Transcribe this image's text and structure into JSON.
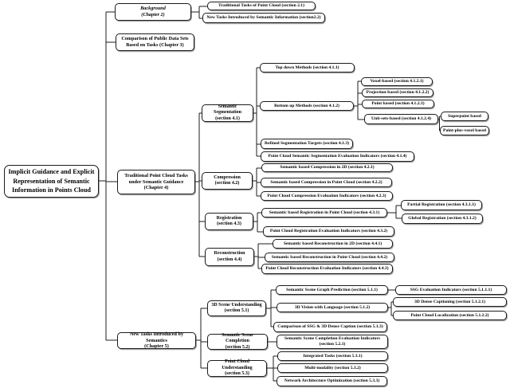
{
  "diagram_title": "Implicit Guidance and Explicit Representation of Semantic Information in Points Cloud survey structure",
  "colors": {
    "box_border": "#1c1c1c",
    "box_fill": "#ffffff",
    "line": "#1c1c1c",
    "text": "#000000"
  },
  "nodes": {
    "root": {
      "label": "Implicit Guidance and Explicit\nRepresentation of Semantic\nInformation in Points Cloud"
    },
    "ch2": {
      "label": "Background\n(Chapter 2)"
    },
    "s21": {
      "label": "Traditional Tasks of Point Cloud (section 2.1)"
    },
    "s22": {
      "label": "New Tasks Introduced by Semantic Information (section2.2)"
    },
    "ch3": {
      "label": "Comparison of Public Data Sets\nBased on Tasks (Chapter 3)"
    },
    "ch4": {
      "label": "Traditional Point Cloud Tasks\nunder Semantic Guidance\n(Chapter 4)"
    },
    "s41": {
      "label": "Semantic Segmentation\n(section 4.1)"
    },
    "s411": {
      "label": "Top down Methods (section 4.1.1)"
    },
    "s412": {
      "label": "Bottom up Methods (section 4.1.2)"
    },
    "s4121": {
      "label": "Voxel-based (section 4.1.2.1)"
    },
    "s4122": {
      "label": "Projection-based (section 4.1.2.2)"
    },
    "s4123": {
      "label": "Point based (section 4.1.2.3)"
    },
    "s4124": {
      "label": "Unit-sets-based (section 4.1.2.4)"
    },
    "sp": {
      "label": "Superpoint based"
    },
    "ppv": {
      "label": "Point-plus-voxel based"
    },
    "s413": {
      "label": "Refined Segmentation Targets (section 4.1.3)"
    },
    "s414": {
      "label": "Point Cloud Semantic Segmentation Evaluation Indicators (section 4.1.4)"
    },
    "s42": {
      "label": "Compression\n(section 4.2)"
    },
    "s421": {
      "label": "Semantic based Compression in 2D (section 4.2.1)"
    },
    "s422": {
      "label": "Semantic based Compression in Point Cloud (section 4.2.2)"
    },
    "s423": {
      "label": "Point Cloud Compression Evaluation Indicators (section 4.2.3)"
    },
    "s43": {
      "label": "Registration\n(section 4.3)"
    },
    "s431": {
      "label": "Semantic based Registration in Point Cloud (section 4.3.1)"
    },
    "s4311": {
      "label": "Partial Registration (section 4.3.1.1)"
    },
    "s4312": {
      "label": "Global Registration (section 4.3.1.2)"
    },
    "s432": {
      "label": "Point Cloud Registration Evaluation Indicators (section 4.3.2)"
    },
    "s44": {
      "label": "Reconstruction\n(section 4.4)"
    },
    "s441": {
      "label": "Semantic based Reconstruction in 2D (section 4.4.1)"
    },
    "s442": {
      "label": "Semantic based Reconstruction in Point Cloud (section 4.4.2)"
    },
    "s443": {
      "label": "Point Cloud Reconstruction Evaluation Indicators (section 4.4.3)"
    },
    "ch5": {
      "label": "New Tasks Introduced by Semantics\n(Chapter 5)"
    },
    "s51": {
      "label": "3D Scene Understanding\n(section 5.1)"
    },
    "s511": {
      "label": "Semantic Scene Graph Prediction (section 5.1.1)"
    },
    "s5111": {
      "label": "SSG Evaluation Indicators (section 5.1.1.1)"
    },
    "s512": {
      "label": "3D Vision with Language (section 5.1.2)"
    },
    "s5121": {
      "label": "3D Dense Captioning (section 5.1.2.1)"
    },
    "s5122": {
      "label": "Point Cloud Localization (section 5.1.2.2)"
    },
    "s513": {
      "label": "Comparison of SSG & 3D Dense Caption (section 5.1.3)"
    },
    "s52": {
      "label": "Semantic Scene Completion\n(section 5.2)"
    },
    "s521": {
      "label": "Semantic Scene Completion Evaluation Indicators\n(section 5.2.1)"
    },
    "s53": {
      "label": "Point Cloud Understanding\n(section 5.3)"
    },
    "s531": {
      "label": "Integrated Tasks (section 5.3.1)"
    },
    "s532": {
      "label": "Multi-modality (section 5.3.2)"
    },
    "s533": {
      "label": "Network Architecture Optimization (section 5.3.3)"
    }
  }
}
